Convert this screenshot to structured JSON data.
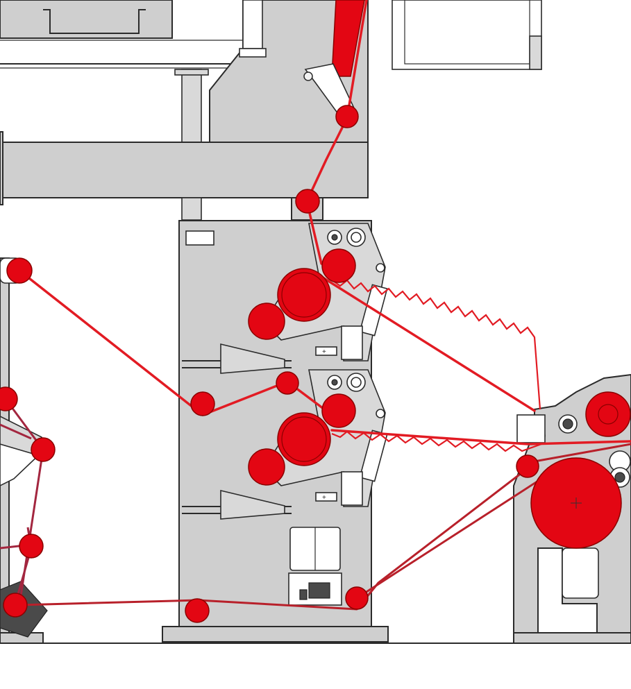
{
  "diagram": {
    "colors": {
      "machine_frame": "#cfcfcf",
      "outline": "#2b2b2b",
      "roll": "#e30613",
      "web_primary": "#e21b23",
      "web_secondary": "#a3263f"
    },
    "components": [
      "upper-gantry",
      "central-stand",
      "upper-roll-unit",
      "lower-roll-unit",
      "left-unwinder",
      "right-winder",
      "web-path"
    ]
  }
}
